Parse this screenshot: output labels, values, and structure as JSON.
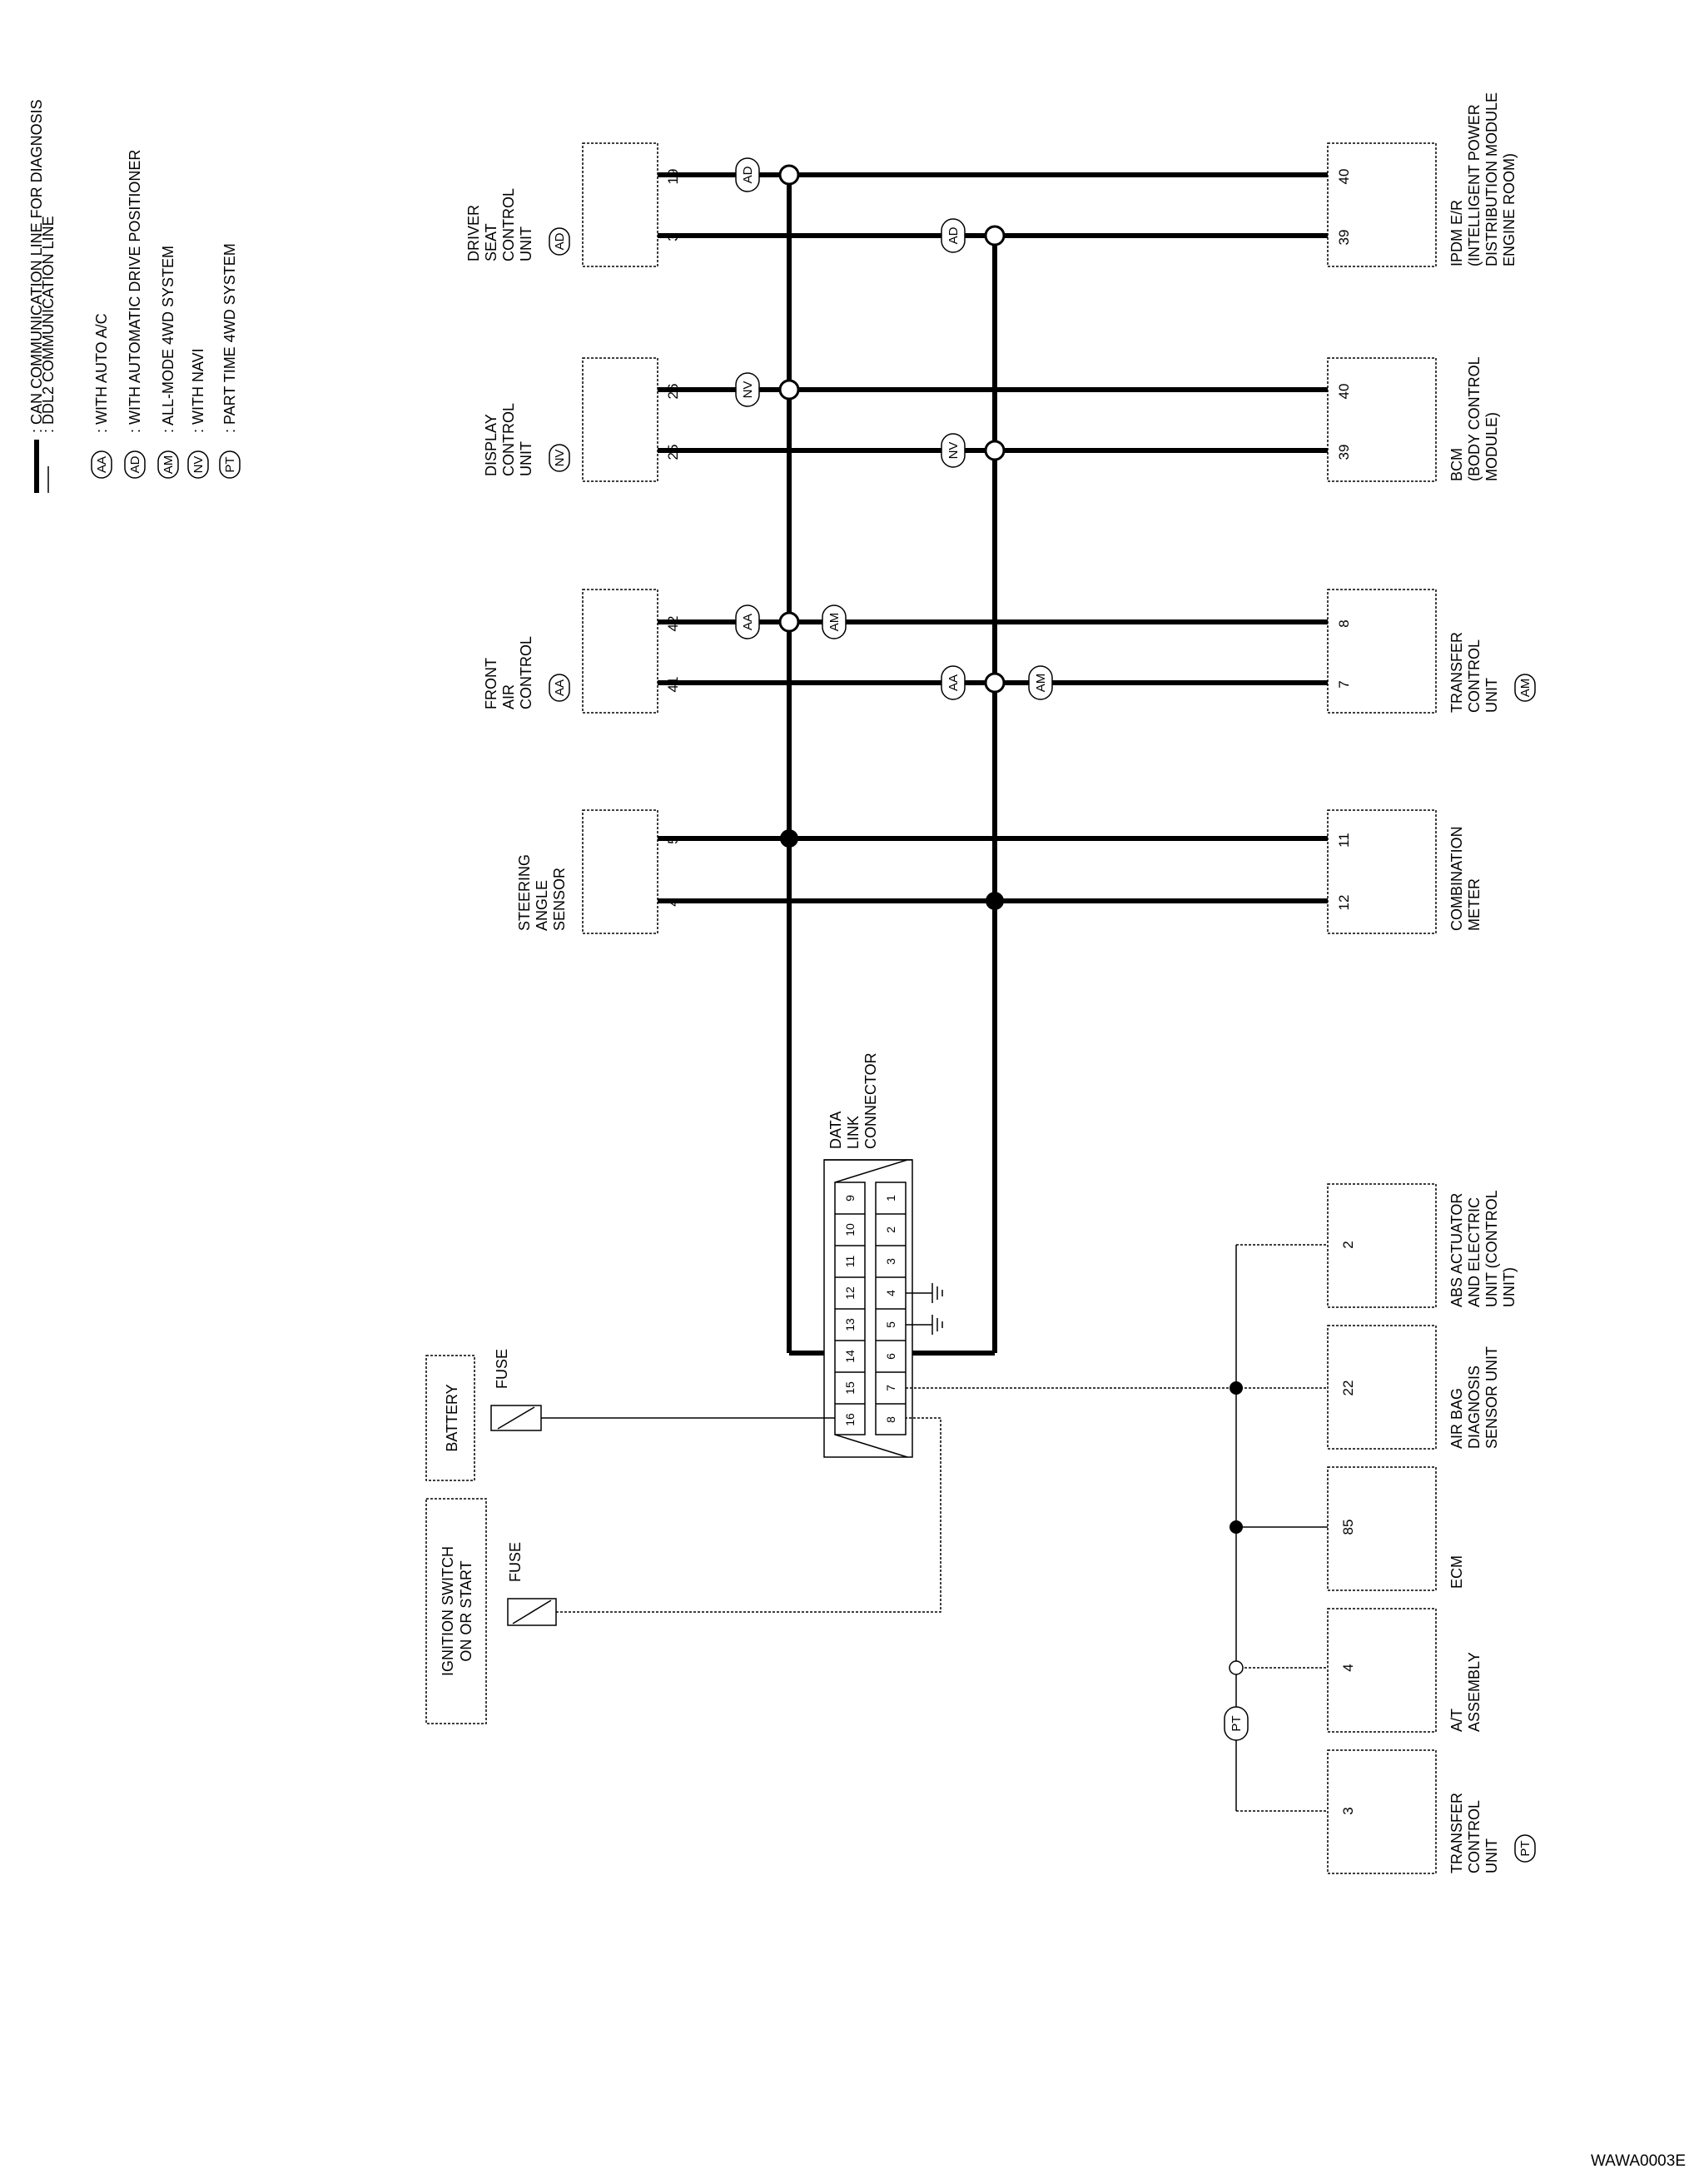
{
  "legend": [
    {
      "code": "",
      "text": ": CAN COMMUNICATION LINE FOR DIAGNOSIS"
    },
    {
      "code": "",
      "text": ": DDL2 COMMUNICATION LINE"
    },
    {
      "code": "AA",
      "text": ": WITH AUTO A/C"
    },
    {
      "code": "AD",
      "text": ": WITH AUTOMATIC DRIVE POSITIONER"
    },
    {
      "code": "AM",
      "text": ": ALL-MODE 4WD SYSTEM"
    },
    {
      "code": "NV",
      "text": ": WITH NAVI"
    },
    {
      "code": "PT",
      "text": ": PART TIME 4WD SYSTEM"
    }
  ],
  "top_units": [
    {
      "id": "driver-seat",
      "label": [
        "DRIVER",
        "SEAT",
        "CONTROL",
        "UNIT"
      ],
      "badge": "AD",
      "pins": [
        "19",
        "3"
      ]
    },
    {
      "id": "display",
      "label": [
        "DISPLAY",
        "CONTROL",
        "UNIT"
      ],
      "badge": "NV",
      "pins": [
        "26",
        "25"
      ]
    },
    {
      "id": "front-air",
      "label": [
        "FRONT",
        "AIR",
        "CONTROL"
      ],
      "badge": "AA",
      "pins": [
        "42",
        "41"
      ]
    },
    {
      "id": "steering",
      "label": [
        "STEERING",
        "ANGLE",
        "SENSOR"
      ],
      "badge": "",
      "pins": [
        "5",
        "4"
      ]
    }
  ],
  "bottom_units": [
    {
      "id": "ipdm",
      "label": [
        "IPDM E/R",
        "(INTELLIGENT POWER",
        "DISTRIBUTION MODULE",
        "ENGINE ROOM)"
      ],
      "badge": "",
      "pins": [
        "40",
        "39"
      ]
    },
    {
      "id": "bcm",
      "label": [
        "BCM",
        "(BODY CONTROL",
        "MODULE)"
      ],
      "badge": "",
      "pins": [
        "40",
        "39"
      ]
    },
    {
      "id": "transfer-am",
      "label": [
        "TRANSFER",
        "CONTROL",
        "UNIT"
      ],
      "badge": "AM",
      "pins": [
        "8",
        "7"
      ]
    },
    {
      "id": "combination-meter",
      "label": [
        "COMBINATION",
        "METER"
      ],
      "badge": "",
      "pins": [
        "11",
        "12"
      ]
    }
  ],
  "line_badges": [
    "AD",
    "AD",
    "NV",
    "NV",
    "AA",
    "AM",
    "AA",
    "AM",
    "PT"
  ],
  "data_link": {
    "label": [
      "DATA",
      "LINK",
      "CONNECTOR"
    ],
    "top_row": [
      "9",
      "10",
      "11",
      "12",
      "13",
      "14",
      "15",
      "16"
    ],
    "bottom_row": [
      "1",
      "2",
      "3",
      "4",
      "5",
      "6",
      "7",
      "8"
    ]
  },
  "power": {
    "battery": "BATTERY",
    "fuse1": "FUSE",
    "ignition": [
      "IGNITION SWITCH",
      "ON OR START"
    ],
    "fuse2": "FUSE"
  },
  "ddl_units": [
    {
      "id": "abs",
      "pin": "2",
      "label": [
        "ABS ACTUATOR",
        "AND ELECTRIC",
        "UNIT (CONTROL",
        "UNIT)"
      ],
      "badge": ""
    },
    {
      "id": "airbag",
      "pin": "22",
      "label": [
        "AIR BAG",
        "DIAGNOSIS",
        "SENSOR UNIT"
      ],
      "badge": ""
    },
    {
      "id": "ecm",
      "pin": "85",
      "label": [
        "ECM"
      ],
      "badge": ""
    },
    {
      "id": "at",
      "pin": "4",
      "label": [
        "A/T",
        "ASSEMBLY"
      ],
      "badge": ""
    },
    {
      "id": "transfer-pt",
      "pin": "3",
      "label": [
        "TRANSFER",
        "CONTROL",
        "UNIT"
      ],
      "badge": "PT"
    }
  ],
  "figure_id": "WAWA0003E"
}
